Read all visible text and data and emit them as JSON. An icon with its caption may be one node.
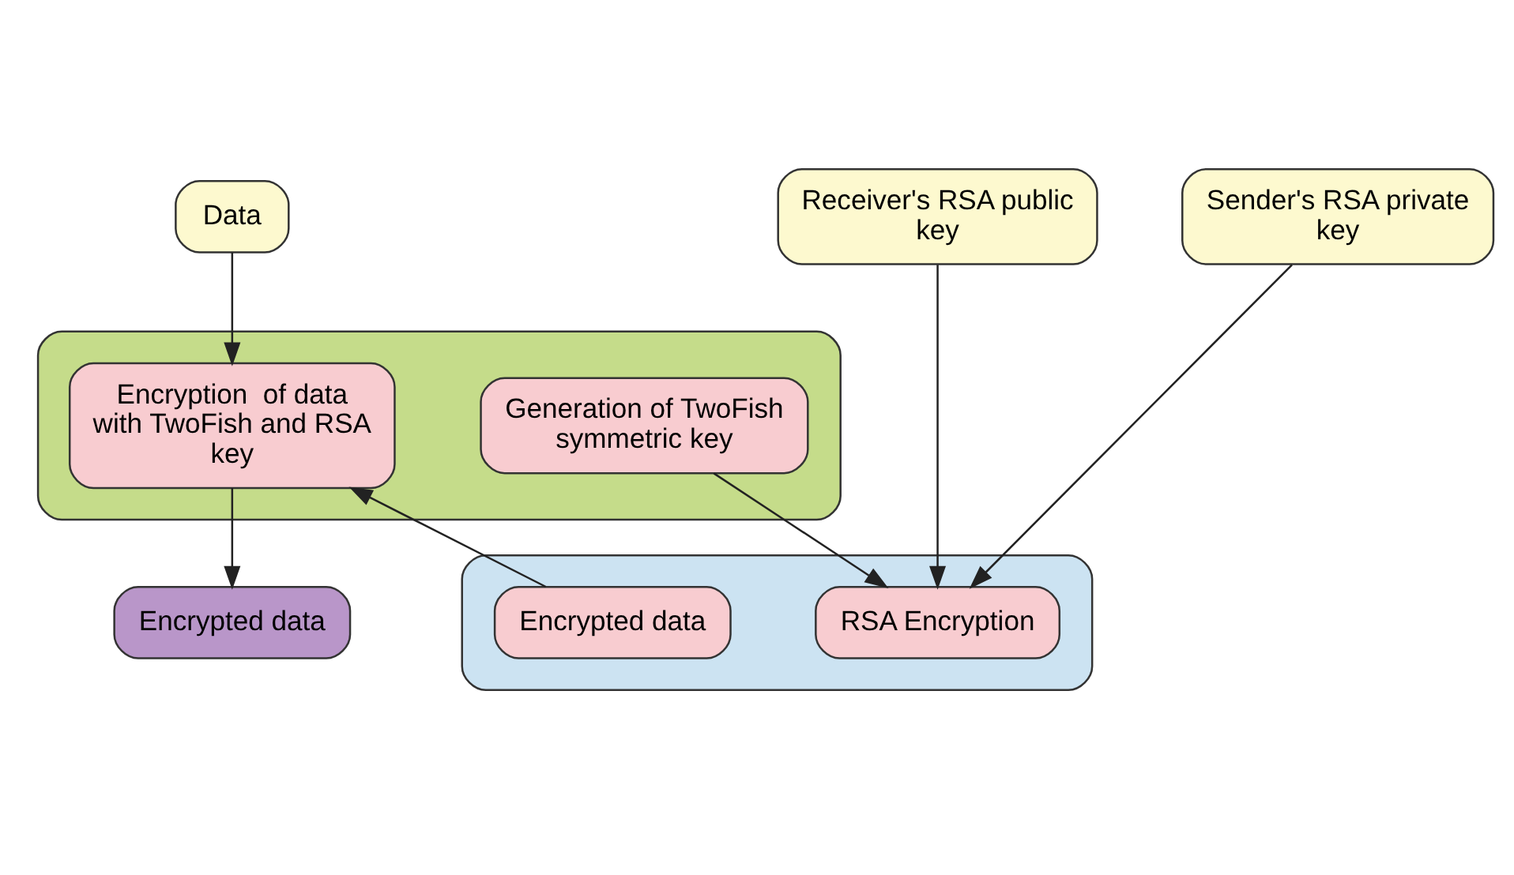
{
  "diagram": {
    "nodes": [
      {
        "text": [
          "Data"
        ]
      },
      {
        "text": [
          "Receiver's RSA public key"
        ]
      },
      {
        "text": [
          "Sender's RSA private key"
        ]
      },
      {
        "text": [],
        "shape": "box"
      },
      {
        "text": [
          "Generation of TwoFish symmetric key"
        ],
        "in": 3
      },
      {
        "text": [
          "Encryption  of data with TwoFish and RSA key"
        ],
        "in": 3
      },
      {
        "text": [],
        "shape": "box"
      },
      {
        "text": [
          "RSA Encryption"
        ],
        "in": 6
      },
      {
        "text": [
          "Encrypted data"
        ],
        "in": 6
      },
      {
        "text": [
          "Encrypted data"
        ]
      }
    ],
    "edges": [
      {
        "from": 0,
        "to": 5,
        "arrow": "to"
      },
      {
        "from": 1,
        "to": 7,
        "arrow": "to"
      },
      {
        "from": 2,
        "to": 7,
        "arrow": "to"
      },
      {
        "from": 4,
        "to": 7,
        "arrow": "to"
      },
      {
        "from": 8,
        "to": 5,
        "arrow": "to"
      },
      {
        "from": 5,
        "to": 9,
        "arrow": "to"
      }
    ]
  }
}
